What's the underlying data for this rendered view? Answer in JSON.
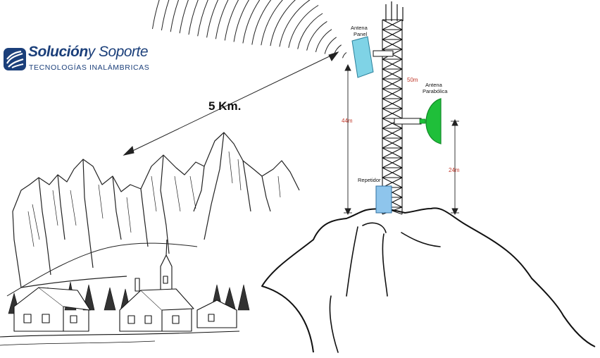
{
  "logo": {
    "name_bold": "Solución",
    "name_light": "y Soporte",
    "tagline": "TECNOLOGÍAS INALÁMBRICAS",
    "brand_color": "#1b3f7a",
    "icon": "solucion-soporte-logo-icon"
  },
  "link": {
    "distance_label": "5 Km."
  },
  "tower": {
    "panel_label_line1": "Antena",
    "panel_label_line2": "Panel",
    "dish_label_line1": "Antena",
    "dish_label_line2": "Parabólica",
    "repeater_label": "Repetidor",
    "height_total": "44m",
    "height_panel_offset": "50m",
    "height_dish": "24m",
    "dimension_color": "#c0392b",
    "panel_color": "#7fd3e6",
    "dish_color": "#1fbf3a",
    "repeater_color": "#8ec5ec"
  }
}
